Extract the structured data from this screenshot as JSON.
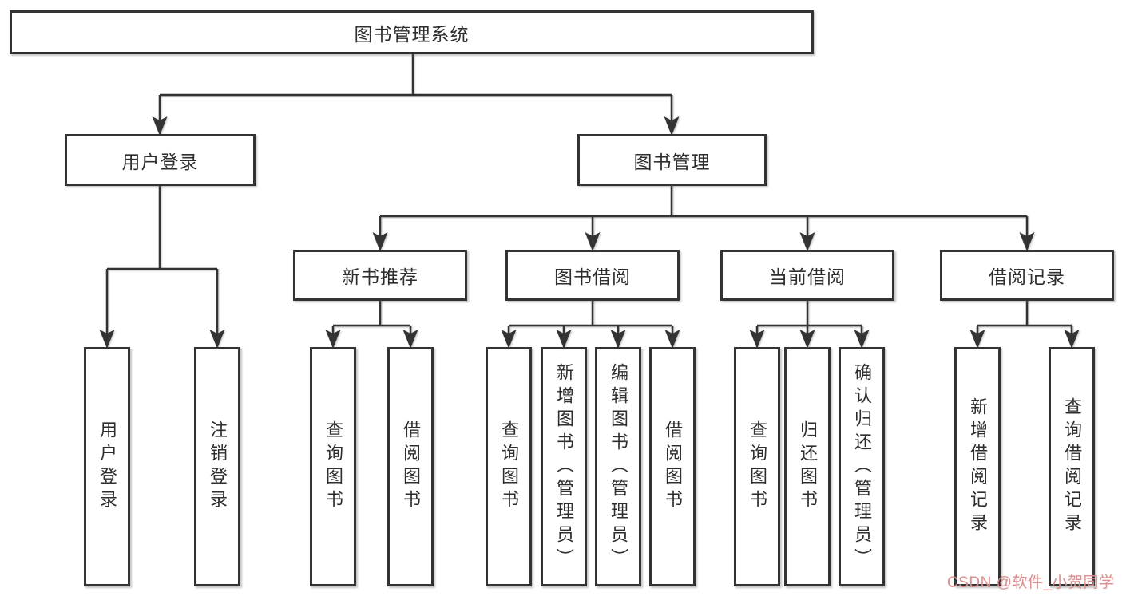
{
  "tree": {
    "root": "图书管理系统",
    "children": [
      {
        "label": "用户登录",
        "children": [
          "用户登录",
          "注销登录"
        ]
      },
      {
        "label": "图书管理",
        "children": [
          {
            "label": "新书推荐",
            "children": [
              "查询图书",
              "借阅图书"
            ]
          },
          {
            "label": "图书借阅",
            "children": [
              "查询图书",
              "新增图书（管理员）",
              "编辑图书（管理员）",
              "借阅图书"
            ]
          },
          {
            "label": "当前借阅",
            "children": [
              "查询图书",
              "归还图书",
              "确认归还（管理员）"
            ]
          },
          {
            "label": "借阅记录",
            "children": [
              "新增借阅记录",
              "查询借阅记录"
            ]
          }
        ]
      }
    ]
  },
  "watermark": "CSDN @软件_小贺同学",
  "colors": {
    "line": "#333333",
    "text": "#2e2e2e",
    "background": "#ffffff",
    "watermark": "#d68b8b"
  }
}
